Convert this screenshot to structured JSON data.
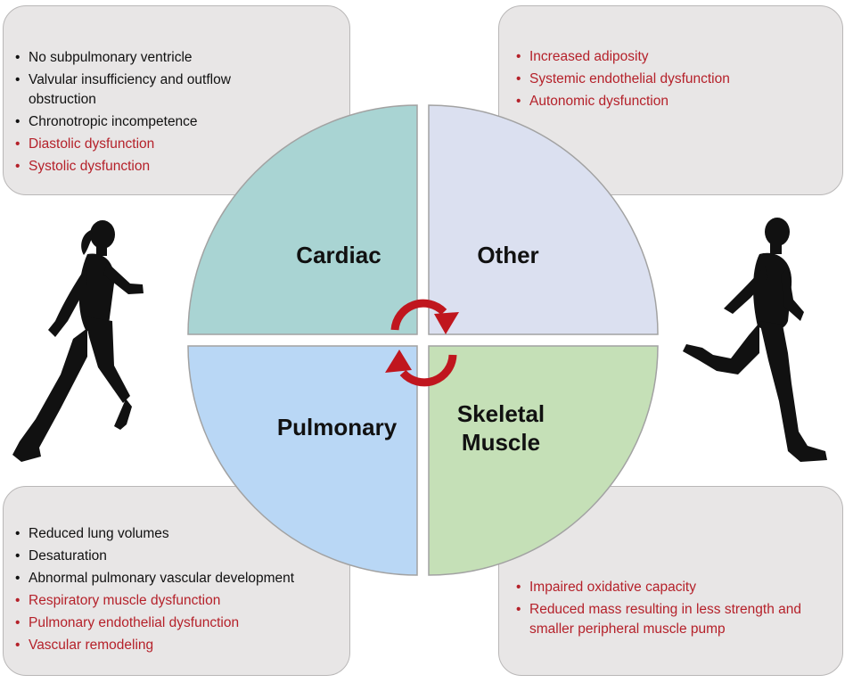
{
  "quadrants": {
    "cardiac": {
      "label": "Cardiac",
      "color": "#a9d4d3"
    },
    "other": {
      "label": "Other",
      "color": "#dbe0f0"
    },
    "pulmonary": {
      "label": "Pulmonary",
      "color": "#b9d7f5"
    },
    "skeletal": {
      "label_line1": "Skeletal",
      "label_line2": "Muscle",
      "color": "#c5e0b7"
    }
  },
  "cardiac_box": {
    "items": [
      {
        "text": "No subpulmonary  ventricle",
        "color": "black"
      },
      {
        "text": "Valvular insufficiency and outflow obstruction",
        "color": "black"
      },
      {
        "text": "Chronotropic  incompetence",
        "color": "black"
      },
      {
        "text": "Diastolic dysfunction",
        "color": "red"
      },
      {
        "text": "Systolic dysfunction",
        "color": "red"
      }
    ]
  },
  "other_box": {
    "items": [
      {
        "text": "Increased adiposity",
        "color": "red"
      },
      {
        "text": "Systemic endothelial dysfunction",
        "color": "red"
      },
      {
        "text": "Autonomic  dysfunction",
        "color": "red"
      }
    ]
  },
  "pulmonary_box": {
    "items": [
      {
        "text": "Reduced lung volumes",
        "color": "black"
      },
      {
        "text": "Desaturation",
        "color": "black"
      },
      {
        "text": "Abnormal  pulmonary vascular development",
        "color": "black"
      },
      {
        "text": "Respiratory muscle dysfunction",
        "color": "red"
      },
      {
        "text": "Pulmonary  endothelial dysfunction",
        "color": "red"
      },
      {
        "text": "Vascular remodeling",
        "color": "red"
      }
    ]
  },
  "skeletal_box": {
    "items": [
      {
        "text": "Impaired oxidative capacity",
        "color": "red"
      },
      {
        "text": "Reduced mass resulting in less strength and smaller peripheral muscle pump",
        "color": "red"
      }
    ]
  },
  "colors": {
    "red_text": "#b5212a",
    "arrow": "#c0161e",
    "silhouette": "#111111"
  }
}
